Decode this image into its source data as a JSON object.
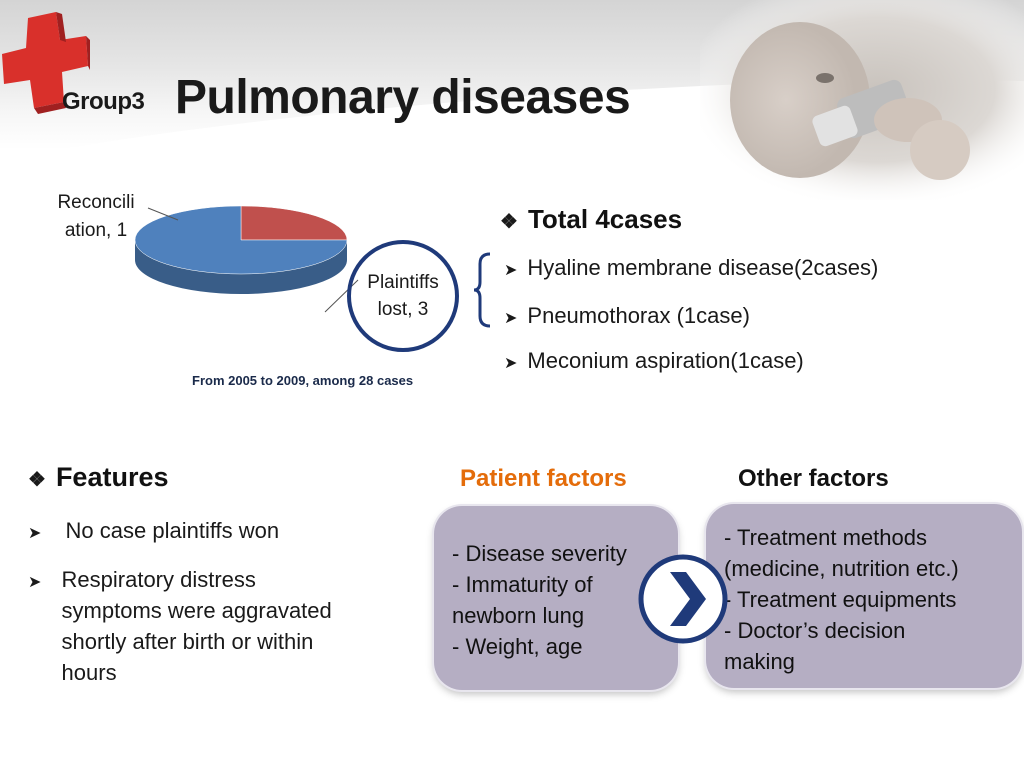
{
  "header": {
    "group_label": "Group3",
    "title": "Pulmonary diseases"
  },
  "chart_data": {
    "type": "pie",
    "slices": [
      {
        "label": "Reconcili\nation",
        "value": 1,
        "color": "#c0504d"
      },
      {
        "label": "Plaintiffs lost",
        "value": 3,
        "color": "#4f81bd"
      }
    ],
    "data_labels": [
      {
        "line1": "Reconcili",
        "line2": "ation, 1"
      },
      {
        "line1": "Plaintiffs",
        "line2": "lost, 3"
      }
    ],
    "note": "From 2005 to 2009, among 28 cases"
  },
  "summary": {
    "total": "Total 4cases",
    "items": [
      "Hyaline membrane disease(2cases)",
      "Pneumothorax (1case)",
      "Meconium aspiration(1case)"
    ]
  },
  "features": {
    "heading": "Features",
    "items": [
      {
        "lines": [
          "No case plaintiffs won"
        ]
      },
      {
        "lines": [
          "Respiratory distress",
          "symptoms were aggravated",
          "shortly after birth or within",
          "hours"
        ]
      }
    ]
  },
  "factors": {
    "patient": {
      "heading": "Patient factors",
      "heading_color": "#e46c0a",
      "lines": [
        "- Disease severity",
        "- Immaturity of",
        "newborn lung",
        "- Weight, age"
      ]
    },
    "other": {
      "heading": "Other factors",
      "lines": [
        "- Treatment methods",
        "(medicine, nutrition etc.)",
        "- Treatment equipments",
        "- Doctor’s decision",
        "making"
      ]
    }
  },
  "colors": {
    "box_fill": "#b5aec3",
    "chevron": "#1f3a7a",
    "circle_outline": "#1f3a7a",
    "cross_red": "#d9302b"
  },
  "icons": {
    "section_bullet": "diamond-bullet-icon",
    "list_bullet": "arrow-bullet-icon",
    "logo": "red-cross-icon",
    "photo": "child-inhaler-photo",
    "connector": "chevron-right-icon"
  }
}
